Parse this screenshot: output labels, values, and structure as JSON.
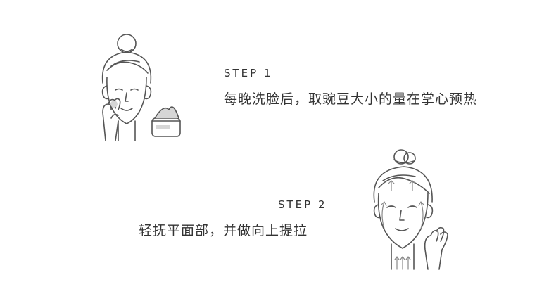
{
  "steps": [
    {
      "label": "STEP 1",
      "text": "每晚洗脸后，取豌豆大小的量在掌心预热"
    },
    {
      "label": "STEP 2",
      "text": "轻抚平面部，并做向上提拉"
    }
  ],
  "colors": {
    "text": "#333333",
    "line": "#555555",
    "background": "#ffffff"
  }
}
